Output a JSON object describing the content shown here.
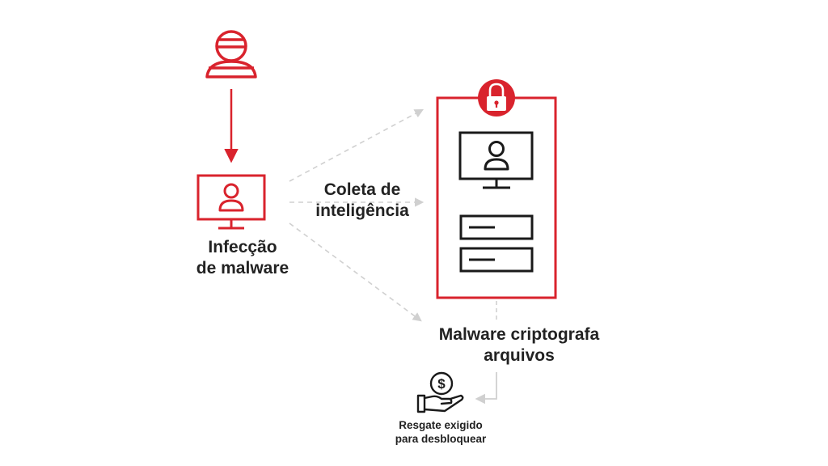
{
  "colors": {
    "accent": "#d9232d",
    "dark": "#1a1a1a",
    "connector": "#cfcfcf",
    "text": "#222222"
  },
  "nodes": {
    "attacker": {
      "icon": "hacker-icon"
    },
    "infection": {
      "icon": "monitor-user-icon",
      "label_line1": "Infecção",
      "label_line2": "de malware"
    },
    "intelligence": {
      "label_line1": "Coleta de",
      "label_line2": "inteligência"
    },
    "server": {
      "icons": [
        "padlock-icon",
        "monitor-user-icon",
        "storage-drive-icon",
        "storage-drive-icon"
      ]
    },
    "encryption": {
      "label_line1": "Malware criptografa",
      "label_line2": "arquivos"
    },
    "ransom": {
      "icon": "hand-dollar-coin-icon",
      "label_line1": "Resgate exigido",
      "label_line2": "para desbloquear"
    }
  }
}
